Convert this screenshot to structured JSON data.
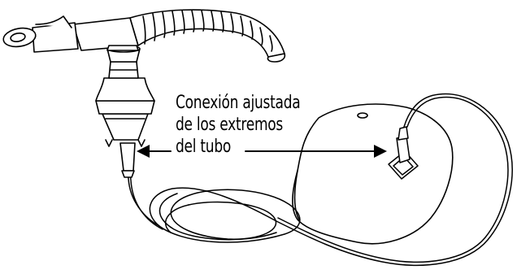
{
  "callout": {
    "line1": "Conexión ajustada",
    "line2": "de los extremos",
    "line3": "del tubo"
  }
}
